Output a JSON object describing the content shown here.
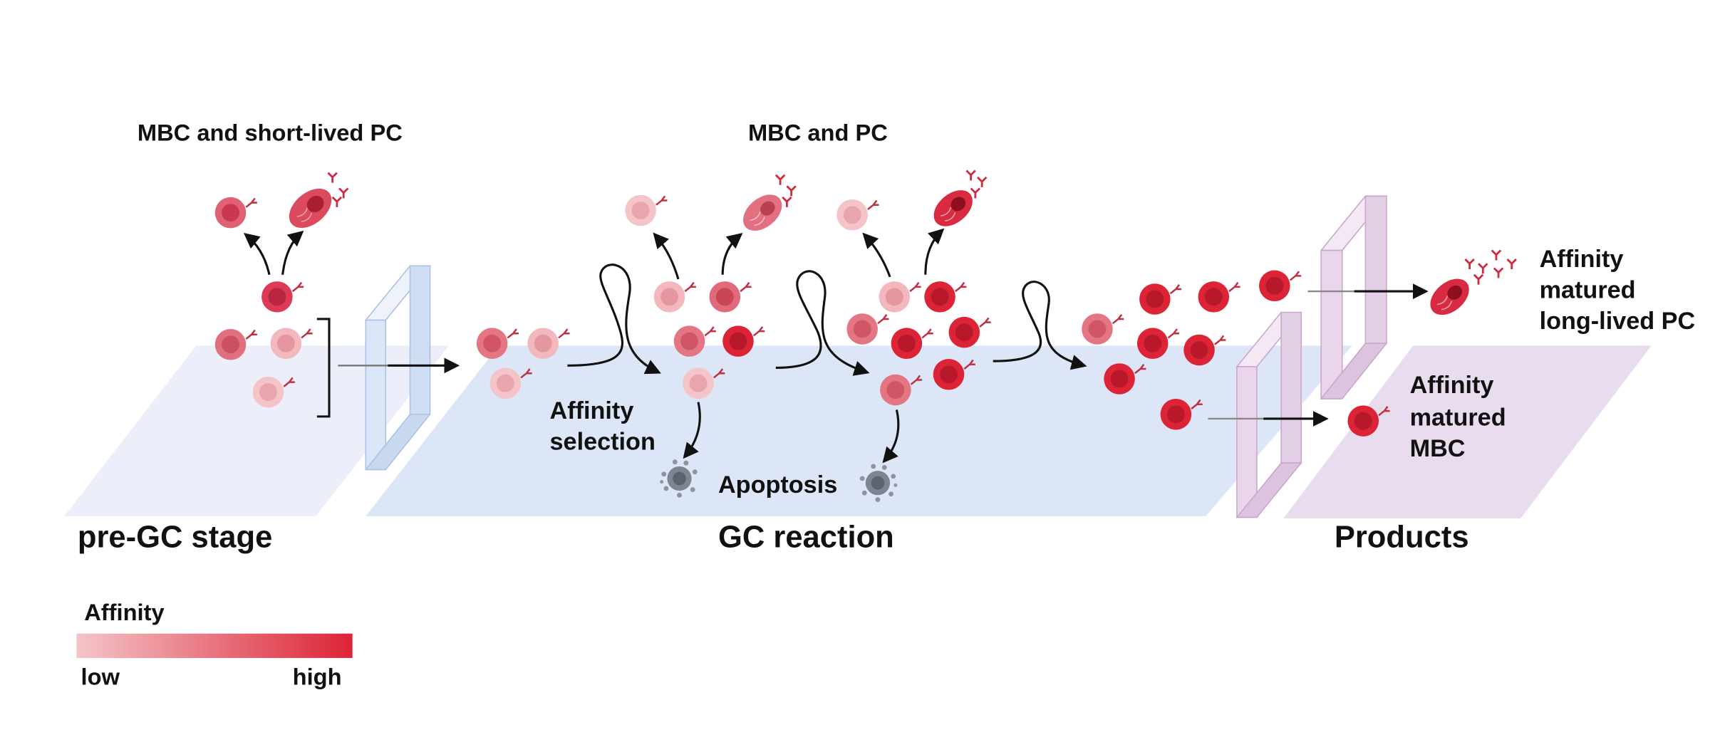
{
  "labels": {
    "top_left": "MBC and short-lived PC",
    "top_mid": "MBC and PC",
    "selection_line1": "Affinity",
    "selection_line2": "selection",
    "apoptosis": "Apoptosis",
    "pc_line1": "Affinity",
    "pc_line2": "matured",
    "pc_line3": "long-lived PC",
    "mbc_line1": "Affinity",
    "mbc_line2": "matured",
    "mbc_line3": "MBC"
  },
  "stages": {
    "pre_gc": "pre-GC stage",
    "gc": "GC reaction",
    "products": "Products"
  },
  "legend": {
    "title": "Affinity",
    "low": "low",
    "high": "high",
    "color_low": "#f4c4c8",
    "color_high": "#dc2436"
  },
  "colors": {
    "pre_gc_plane": "#eceff9",
    "gc_plane": "#dde6f6",
    "products_plane": "#e9dcee",
    "blue_gate": "#dbe7f7",
    "purple_gate": "#ead6ea",
    "arrow": "#111111",
    "apoptotic_cell": "#7d8690"
  }
}
